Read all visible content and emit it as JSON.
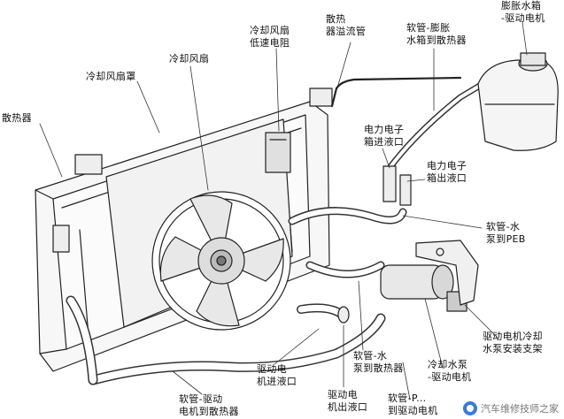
{
  "labels": {
    "cooling_fan_shroud": "冷却风扇罩",
    "radiator": "散热器",
    "cooling_fan": "冷却风扇",
    "cooling_fan_low_speed_resistor": "冷却风扇\n低速电阻",
    "radiator_overflow_pipe": "散热\n器溢流管",
    "hose_expansion_tank_to_radiator": "软管-膨胀\n水箱到散热器",
    "expansion_tank_drive_motor": "膨胀水箱\n-驱动电机",
    "pe_box_inlet": "电力电子\n箱进液口",
    "pe_box_outlet": "电力电子\n箱出液口",
    "hose_pump_to_peb": "软管-水\n泵到PEB",
    "drive_motor_inlet": "驱动电\n机进液口",
    "hose_pump_to_radiator": "软管-水\n泵到散热器",
    "drive_motor_outlet": "驱动电\n机出液口",
    "hose_drive_motor_to_radiator": "软管-驱动\n电机到散热器",
    "hose_peb_to_drive_motor": "软管-P...\n到驱动电机",
    "coolant_pump_drive_motor": "冷却水泵\n-驱动电机",
    "pump_mount_bracket": "驱动电机冷却\n水泵安装支架"
  },
  "watermark": "汽车维修技师之家"
}
